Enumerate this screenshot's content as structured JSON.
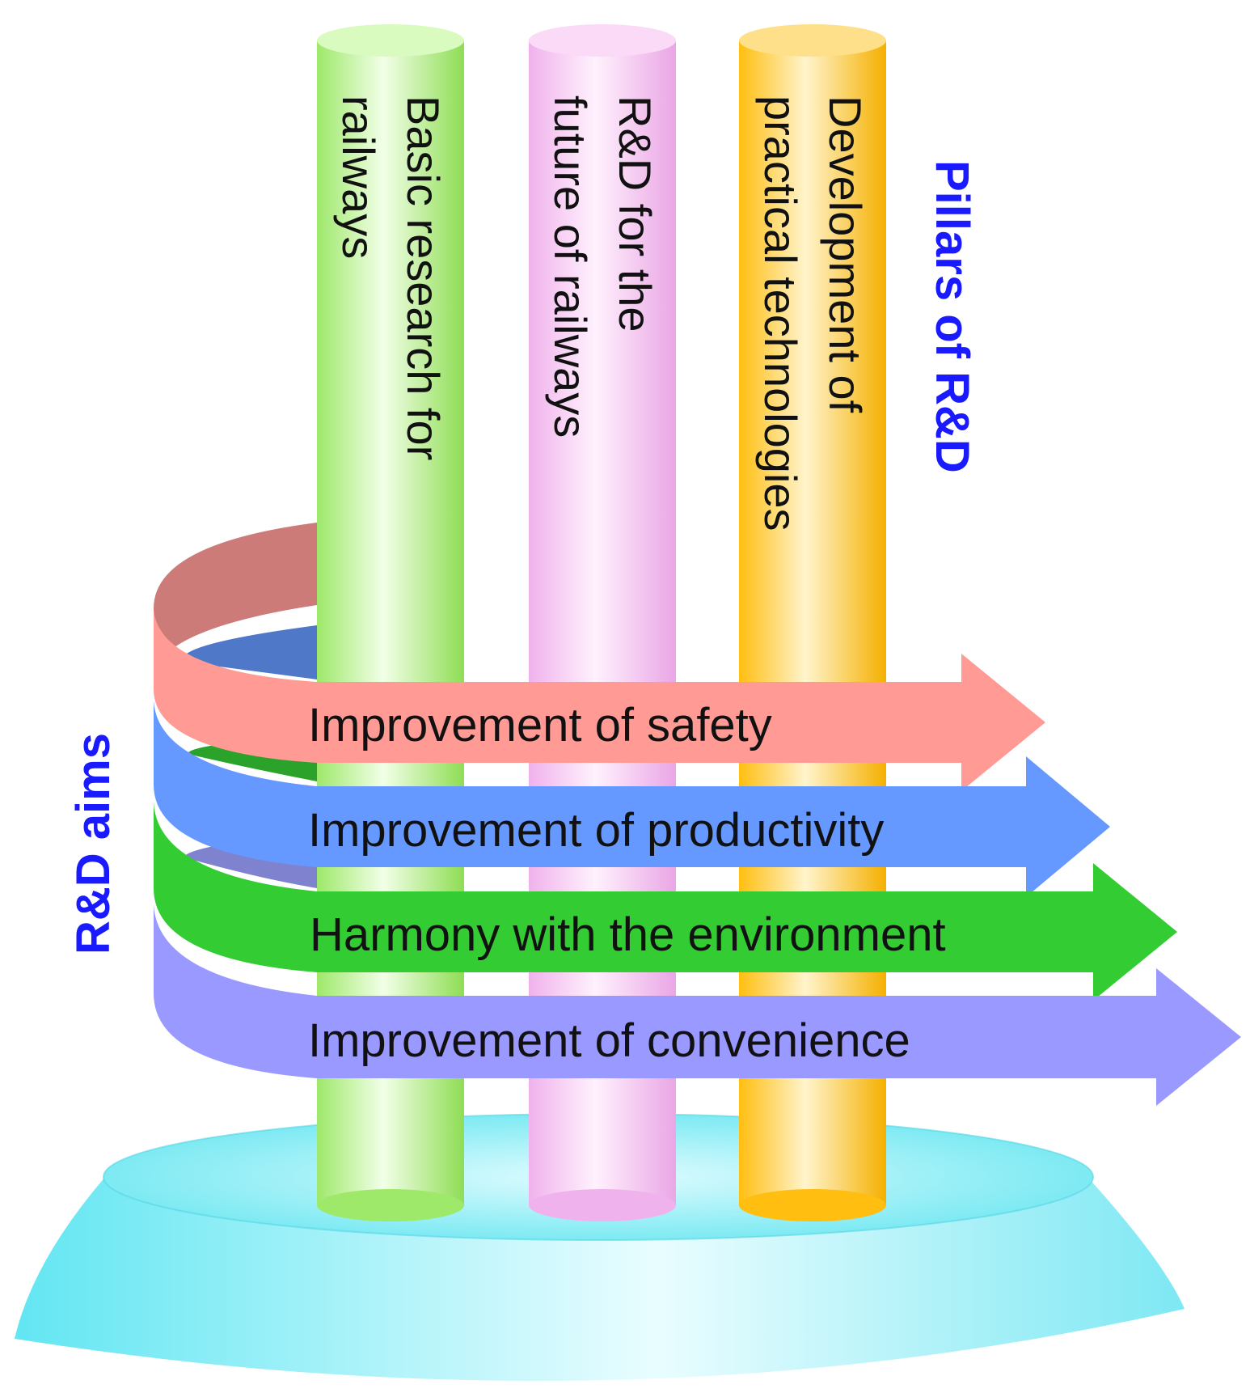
{
  "pillars_label": "Pillars of R&D",
  "aims_label": "R&D aims",
  "pillars": [
    {
      "line1": "Basic research for",
      "line2": "railways"
    },
    {
      "line1": "R&D for the",
      "line2": "future of railways"
    },
    {
      "line1": "Development of",
      "line2": "practical technologies"
    }
  ],
  "aims": [
    "Improvement of safety",
    "Improvement of productivity",
    "Harmony with the environment",
    "Improvement of convenience"
  ],
  "colors": {
    "label_blue": "#1a1aff",
    "pillar_green": "#b8f58a",
    "pillar_pink": "#f7c2f2",
    "pillar_orange": "#ffc81e",
    "aim_safety": "#ff9b94",
    "aim_productivity": "#6699ff",
    "aim_environment": "#33cc33",
    "aim_convenience": "#9999ff",
    "base": "#66e8f2"
  }
}
